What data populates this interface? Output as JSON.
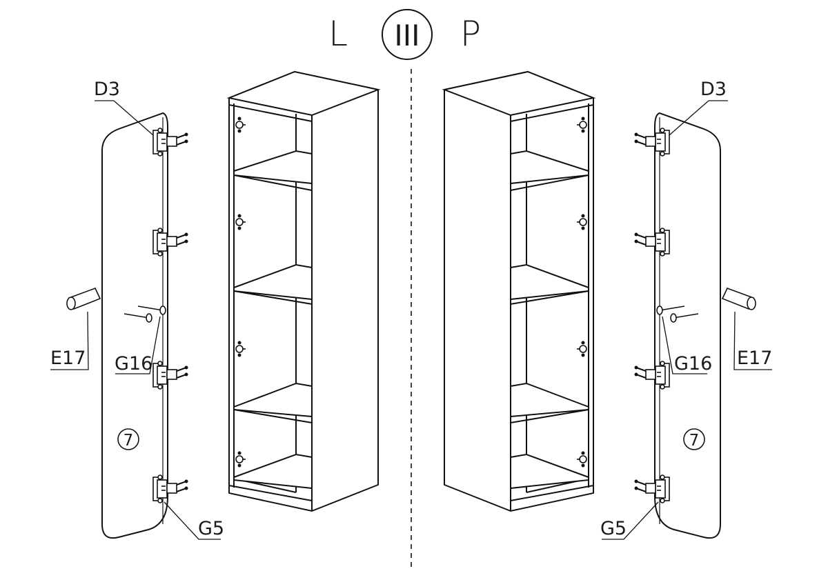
{
  "header": {
    "left_side": "L",
    "step_number": "III",
    "right_side": "P"
  },
  "left_view": {
    "labels": {
      "top_hinge_part": "D3",
      "handle_part": "E17",
      "screw_part": "G16",
      "bottom_screw_part": "G5",
      "door_number": "7"
    }
  },
  "right_view": {
    "labels": {
      "top_hinge_part": "D3",
      "handle_part": "E17",
      "screw_part": "G16",
      "bottom_screw_part": "G5",
      "door_number": "7"
    }
  }
}
